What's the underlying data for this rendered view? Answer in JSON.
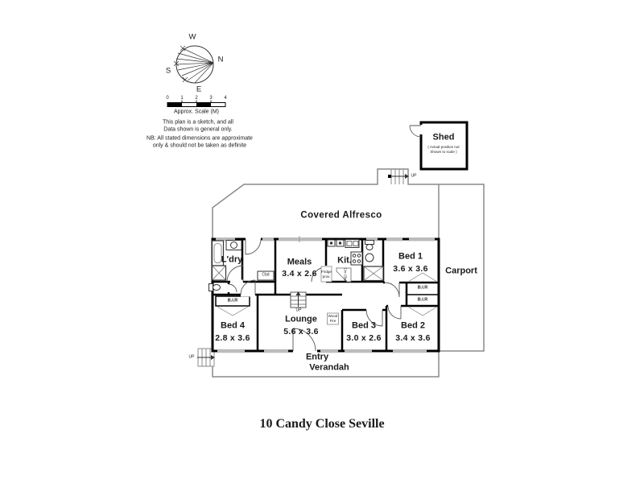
{
  "page": {
    "title": "10 Candy Close Seville"
  },
  "compass": {
    "west": "W",
    "north": "N",
    "south": "S",
    "east": "E"
  },
  "scale_bar": {
    "ticks": [
      "0",
      "1",
      "2",
      "3",
      "4"
    ],
    "caption": "Approx. Scale (M)"
  },
  "disclaimer": {
    "sketch_line1": "This plan is a sketch, and all",
    "sketch_line2": "Data shown is general only.",
    "nb_line1": "NB: All stated dimensions are approximate",
    "nb_line2": "only & should not be taken as definite"
  },
  "shed": {
    "name": "Shed",
    "note_line1": "( Actual position not",
    "note_line2": "Shown to scale )"
  },
  "outdoor": {
    "alfresco": "Covered Alfresco",
    "carport": "Carport",
    "verandah": "Verandah"
  },
  "rooms": {
    "laundry": {
      "name": "L'dry"
    },
    "meals": {
      "name": "Meals",
      "dims": "3.4 x 2.6"
    },
    "kitchen": {
      "name": "Kit."
    },
    "bed1": {
      "name": "Bed 1",
      "dims": "3.6 x 3.6"
    },
    "bed2": {
      "name": "Bed 2",
      "dims": "3.4 x 3.6"
    },
    "bed3": {
      "name": "Bed 3",
      "dims": "3.0 x 2.6"
    },
    "bed4": {
      "name": "Bed 4",
      "dims": "2.8 x 3.6"
    },
    "lounge": {
      "name": "Lounge",
      "dims": "5.6 x 3.6"
    },
    "entry": {
      "name": "Entry"
    }
  },
  "small_labels": {
    "bir": "B.I.R",
    "up": "UP",
    "cupboard": "Cbd",
    "corner_cupboard": "Cnr Cbd",
    "wood_fire_line1": "Wood",
    "wood_fire_line2": "Fire",
    "fridge_line1": "Fridge",
    "fridge_line2": "prov."
  },
  "colors": {
    "wall": "#000000",
    "site_outline": "#8a8a8a",
    "window": "#bcbcbc",
    "background": "#ffffff"
  }
}
